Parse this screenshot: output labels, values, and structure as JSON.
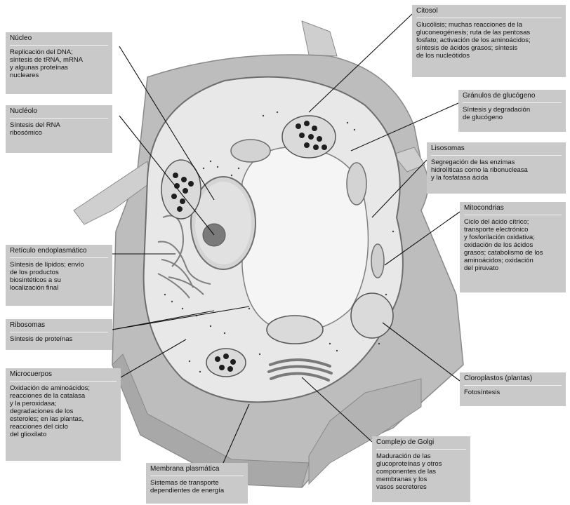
{
  "labels": {
    "nucleo": {
      "title": "Núcleo",
      "desc": "Replicación del DNA;\nsíntesis de tRNA, mRNA\ny algunas proteínas\nnucleares"
    },
    "nucleolo": {
      "title": "Nucléolo",
      "desc": "Síntesis del RNA\nribosómico"
    },
    "reticulo": {
      "title": "Retículo endoplasmático",
      "desc": "Síntesis de lípidos; envío\nde los productos\nbiosintéticos a su\nlocalización final"
    },
    "ribosomas": {
      "title": "Ribosomas",
      "desc": "Síntesis de proteínas"
    },
    "microcuerpos": {
      "title": "Microcuerpos",
      "desc": "Oxidación de aminoácidos;\nreacciones de la catalasa\ny la peroxidasa;\ndegradaciones de los\nesteroles; en las plantas,\nreacciones del ciclo\ndel glioxilato"
    },
    "membrana": {
      "title": "Membrana plasmática",
      "desc": "Sistemas de transporte\ndependientes de energía"
    },
    "citosol": {
      "title": "Citosol",
      "desc": "Glucólisis; muchas reacciones de la\ngluconeogénesis; ruta de las pentosas\nfosfato; activación de los aminoácidos;\nsíntesis de ácidos grasos; síntesis\nde los nucleótidos"
    },
    "granulos": {
      "title": "Gránulos de glucógeno",
      "desc": "Síntesis y degradación\nde glucógeno"
    },
    "lisosomas": {
      "title": "Lisosomas",
      "desc": "Segregación de las enzimas\nhidrolíticas como la ribonucleasa\ny la fosfatasa ácida"
    },
    "mitocondrias": {
      "title": "Mitocondrias",
      "desc": "Ciclo del ácido cítrico;\ntransporte electrónico\ny fosforilación oxidativa;\noxidación de los ácidos\ngrasos; catabolismo de los\naminoácidos; oxidación\ndel piruvato"
    },
    "cloroplastos": {
      "title": "Cloroplastos (plantas)",
      "desc": "Fotosíntesis"
    },
    "golgi": {
      "title": "Complejo de Golgi",
      "desc": "Maduración de las\nglucoproteínas y otros\ncomponentes de las\nmembranas y los\nvasos secretores"
    }
  }
}
